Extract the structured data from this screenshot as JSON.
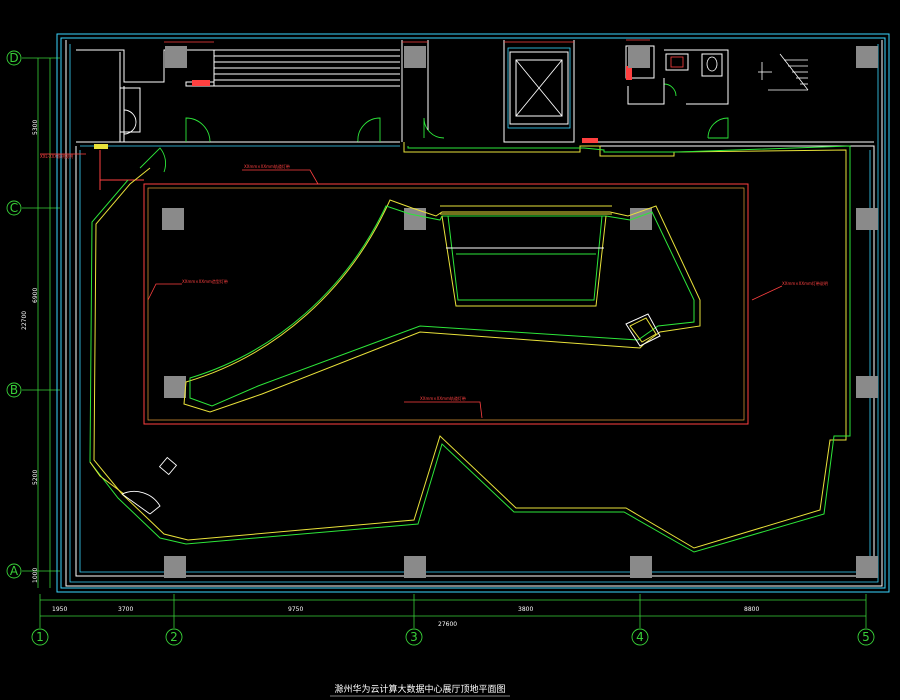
{
  "colors": {
    "background": "#000000",
    "axis": "#38d038",
    "cyan_walls": "#3ad6ff",
    "outer_wall": "#ffffff",
    "yellow_route": "#e9e23a",
    "green_route": "#2de63a",
    "red_lighting": "#ff4040",
    "column": "#8a8a8a"
  },
  "axes": {
    "rows": [
      "D",
      "C",
      "B",
      "A"
    ],
    "columns": [
      "1",
      "2",
      "3",
      "4",
      "5"
    ]
  },
  "dimensions": {
    "top_row": [
      "1950",
      "3700",
      "9750",
      "3800",
      "8800"
    ],
    "bottom_total": "27600",
    "left_segments": [
      "5300",
      "6900",
      "5200",
      "1000"
    ],
    "left_total": "22700"
  },
  "notes": {
    "entry_note": "XXL-XXX照明说明",
    "corridor_note": "XXmm×XXmm轨道灯带",
    "left_note": "XXmm×XXmm造型灯带",
    "right_note": "XXmm×XXmm灯带说明",
    "center_note": "XXmm×XXmm轨道灯带"
  },
  "title": "滁州华为云计算大数据中心展厅顶地平面图"
}
